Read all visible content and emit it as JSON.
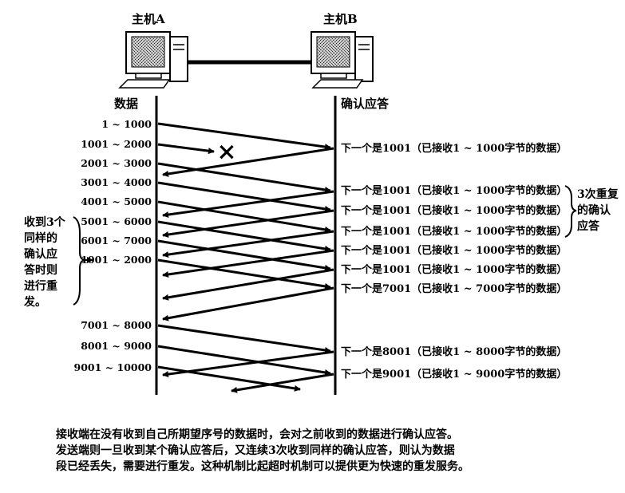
{
  "hosts": {
    "a": "主机A",
    "b": "主机B"
  },
  "columns": {
    "data": "数据",
    "ack": "确认应答"
  },
  "segments": [
    "1 ~ 1000",
    "1001 ~ 2000",
    "2001 ~ 3000",
    "3001 ~ 4000",
    "4001 ~ 5000",
    "5001 ~ 6000",
    "6001 ~ 7000",
    "1001 ~ 2000",
    "7001 ~ 8000",
    "8001 ~ 9000",
    "9001 ~ 10000"
  ],
  "acks": [
    "下一个是1001（已接收1 ~ 1000字节的数据）",
    "下一个是1001（已接收1 ~ 1000字节的数据）",
    "下一个是1001（已接收1 ~ 1000字节的数据）",
    "下一个是1001（已接收1 ~ 1000字节的数据）",
    "下一个是1001（已接收1 ~ 1000字节的数据）",
    "下一个是1001（已接收1 ~ 1000字节的数据）",
    "下一个是7001（已接收1 ~ 7000字节的数据）",
    "下一个是8001（已接收1 ~ 8000字节的数据）",
    "下一个是9001（已接收1 ~ 9000字节的数据）"
  ],
  "dup_ack_note": [
    "3次重复",
    "的确认",
    "应答"
  ],
  "resend_note": [
    "收到3个",
    "同样的",
    "确认应",
    "答时则",
    "进行重",
    "发。"
  ],
  "caption": [
    "接收端在没有收到自己所期望序号的数据时，会对之前收到的数据进行确认应答。",
    "发送端则一旦收到某个确认应答后，又连续3次收到同样的确认应答，则认为数据",
    "段已经丢失，需要进行重发。这种机制比起超时机制可以提供更为快速的重发服务。"
  ],
  "lost_marker": "×"
}
